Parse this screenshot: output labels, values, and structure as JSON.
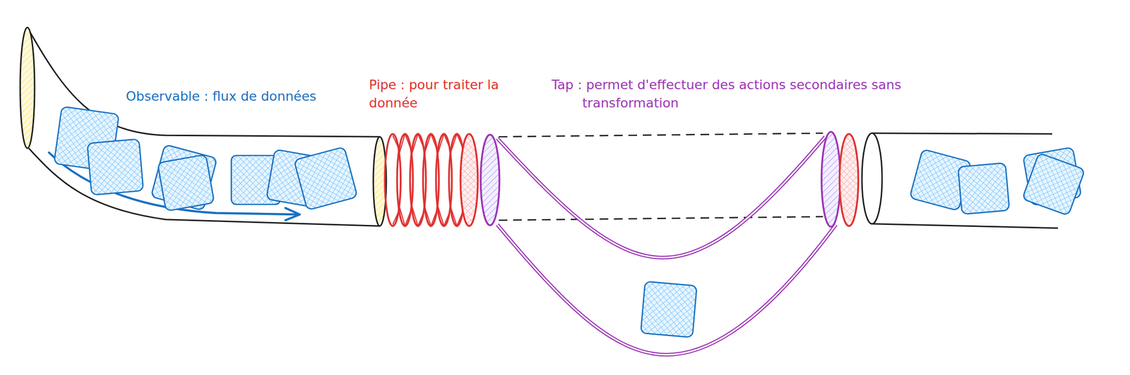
{
  "diagram": {
    "labels": [
      "Observable : flux de données",
      "Pipe : pour traiter la donnée",
      "Tap : permet d'effectuer des actions secondaires sans transformation"
    ]
  }
}
